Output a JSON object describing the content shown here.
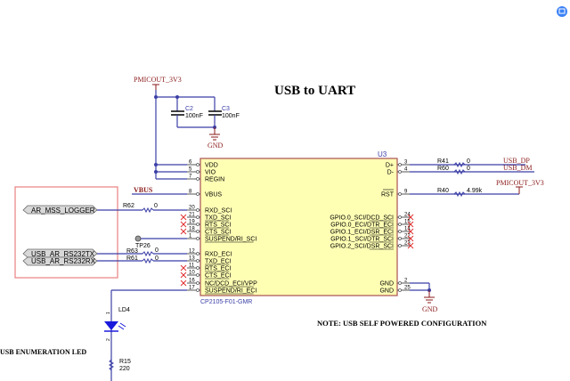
{
  "title": "USB to UART",
  "note": "NOTE: USB SELF POWERED CONFIGURATION",
  "led_label": "USB ENUMERATION LED",
  "colors": {
    "wire": "#3b3fa6",
    "net": "#8b1a1a",
    "chip_fill": "#ffffb4",
    "chip_border": "#a85050",
    "nc_mark": "#e03030",
    "box": "#e88080",
    "led": "#1a1adc",
    "badge": "#3b82f6"
  },
  "power": {
    "pmicout_top": "PMICOUT_3V3",
    "pmicout_right": "PMICOUT_3V3",
    "vbus": "VBUS"
  },
  "gnd": {
    "caps": "GND",
    "chip": "GND"
  },
  "caps": [
    {
      "ref": "C2",
      "value": "100nF"
    },
    {
      "ref": "C3",
      "value": "100nF"
    }
  ],
  "chip": {
    "ref": "U3",
    "part": "CP2105-F01-GMR",
    "left_pins": [
      {
        "num": "6",
        "name": "VDD"
      },
      {
        "num": "5",
        "name": "VIO"
      },
      {
        "num": "7",
        "name": "REGIN"
      },
      {
        "num": "8",
        "name": "VBUS"
      },
      {
        "num": "20",
        "name": "RXD_SCI"
      },
      {
        "num": "21",
        "name": "TXD_SCI"
      },
      {
        "num": "19",
        "name": "RTS_SCI"
      },
      {
        "num": "18",
        "name": "CTS_SCI"
      },
      {
        "num": "1",
        "name": "SUSPEND/RI_SCI"
      },
      {
        "num": "12",
        "name": "RXD_ECI"
      },
      {
        "num": "13",
        "name": "TXD_ECI"
      },
      {
        "num": "11",
        "name": "RTS_ECI"
      },
      {
        "num": "10",
        "name": "CTS_ECI"
      },
      {
        "num": "16",
        "name": "NC/DCD_ECI/VPP"
      },
      {
        "num": "17",
        "name": "SUSPEND/RI_ECI"
      }
    ],
    "right_pins": [
      {
        "num": "3",
        "name": "D+"
      },
      {
        "num": "4",
        "name": "D-"
      },
      {
        "num": "9",
        "name": "RST"
      },
      {
        "num": "24",
        "name": "GPIO.0_SCI/DCD_SCI"
      },
      {
        "num": "15",
        "name": "GPIO.0_ECI/DTR_ECI"
      },
      {
        "num": "14",
        "name": "GPIO.1_ECI/DSR_ECI"
      },
      {
        "num": "22",
        "name": "GPIO.1_SCI/DTR_SCI"
      },
      {
        "num": "23",
        "name": "GPIO.2_SCI/DSR_SCI"
      },
      {
        "num": "2",
        "name": "GND"
      },
      {
        "num": "25",
        "name": "GND"
      }
    ]
  },
  "resistors": {
    "r41": {
      "ref": "R41",
      "value": "0",
      "net": "USB_DP"
    },
    "r60": {
      "ref": "R60",
      "value": "0",
      "net": "USB_DM"
    },
    "r40": {
      "ref": "R40",
      "value": "4.99k"
    },
    "r62": {
      "ref": "R62",
      "value": "0"
    },
    "r63": {
      "ref": "R63",
      "value": "0"
    },
    "r61": {
      "ref": "R61",
      "value": "0"
    },
    "r15": {
      "ref": "R15",
      "value": "220"
    }
  },
  "ports": {
    "logger": "AR_MSS_LOGGER",
    "tx": "USB_AR_RS232TX",
    "rx": "USB_AR_RS232RX"
  },
  "testpoint": "TP26",
  "led": {
    "ref": "LD4",
    "pin1": "1",
    "pin2": "2"
  }
}
